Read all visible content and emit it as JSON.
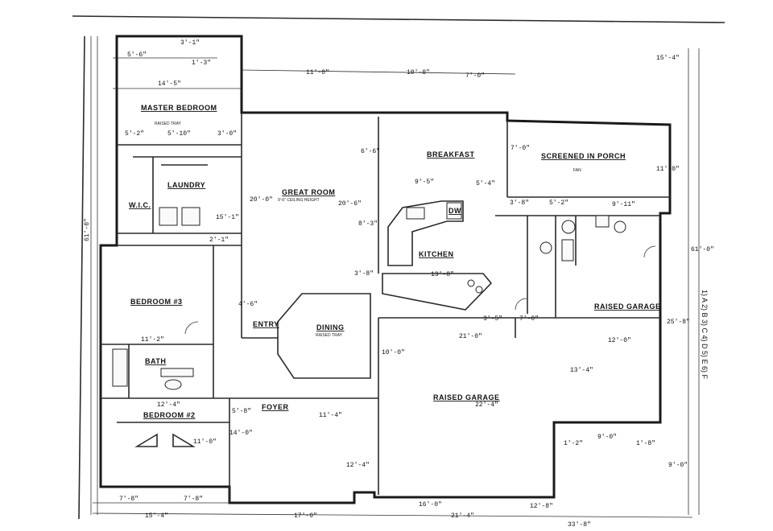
{
  "rooms": {
    "master_bedroom": "MASTER BEDROOM",
    "master_bedroom_sub": "RAISED TRAY",
    "laundry": "LAUNDRY",
    "wic": "W.I.C.",
    "great_room": "GREAT ROOM",
    "great_room_sub": "9'-6\" CEILING HEIGHT",
    "breakfast": "BREAKFAST",
    "screened_porch": "SCREENED IN PORCH",
    "screened_porch_sub": "FAN",
    "kitchen": "KITCHEN",
    "bedroom3": "BEDROOM #3",
    "dining": "DINING",
    "dining_sub": "RAISED TRAY",
    "entry": "ENTRY",
    "bath": "BATH",
    "bedroom2": "BEDROOM #2",
    "foyer": "FOYER",
    "raised_garage_right": "RAISED GARAGE",
    "raised_garage_main": "RAISED GARAGE",
    "dw": "DW"
  },
  "dims": {
    "top_3_1": "3'-1\"",
    "top_5_6": "5'-6\"",
    "top_1_3": "1'-3\"",
    "top_14_5": "14'-5\"",
    "top_11_0": "11'-0\"",
    "top_10_0": "10'-0\"",
    "top_7_0": "7'-0\"",
    "top_15_4": "15'-4\"",
    "mb_5_2": "5'-2\"",
    "mb_5_10": "5'-10\"",
    "mb_3_0": "3'-0\"",
    "bf_6_6": "6'-6\"",
    "sp_7_0": "7'-0\"",
    "bf_9_5": "9'-5\"",
    "k_5_4": "5'-4\"",
    "k_3_8": "3'-8\"",
    "k_5_2": "5'-2\"",
    "k_9_11": "9'-11\"",
    "gr_20_0": "20'-0\"",
    "gr_20_6": "20'-6\"",
    "gr_15_1": "15'-1\"",
    "b3_11_2": "11'-2\"",
    "k_13_8": "13'-8\"",
    "g_21_0": "21'-0\"",
    "g_12_0": "12'-0\"",
    "g_13_4": "13'-4\"",
    "g_22_4": "22'-4\"",
    "g_9_0": "9'-0\"",
    "g_1_8": "1'-8\"",
    "g_1_2": "1'-2\"",
    "g_12_4": "12'-4\"",
    "b2_12_4": "12'-4\"",
    "b2_11_0": "11'-0\"",
    "b2_7_8a": "7'-8\"",
    "b2_7_8b": "7'-8\"",
    "bot_15_4": "15'-4\"",
    "bot_17_0": "17'-0\"",
    "bot_21_4": "21'-4\"",
    "bot_33_8": "33'-8\"",
    "bot_16_0": "16'-0\"",
    "bot_12_8": "12'-8\"",
    "r_11_0": "11'-0\"",
    "r_61_0": "61'-0\"",
    "r_25_8": "25'-8\"",
    "r_9_0": "9'-0\"",
    "l_61_0": "61'-0\"",
    "e_4_6": "4'-6\"",
    "f_11_4": "11'-4\"",
    "f_5_8": "5'-8\"",
    "f_14_0": "14'-0\"",
    "d_10_0": "10'-0\"",
    "k_8_3": "8'-3\"",
    "k_3_8b": "3'-8\"",
    "k_7_0": "7'-0\"",
    "k_3_5": "3'-5\"",
    "mb_2_1": "2'-1\""
  },
  "side_note": "1) A 2) B 3) C 4) D 5) E 6) F"
}
